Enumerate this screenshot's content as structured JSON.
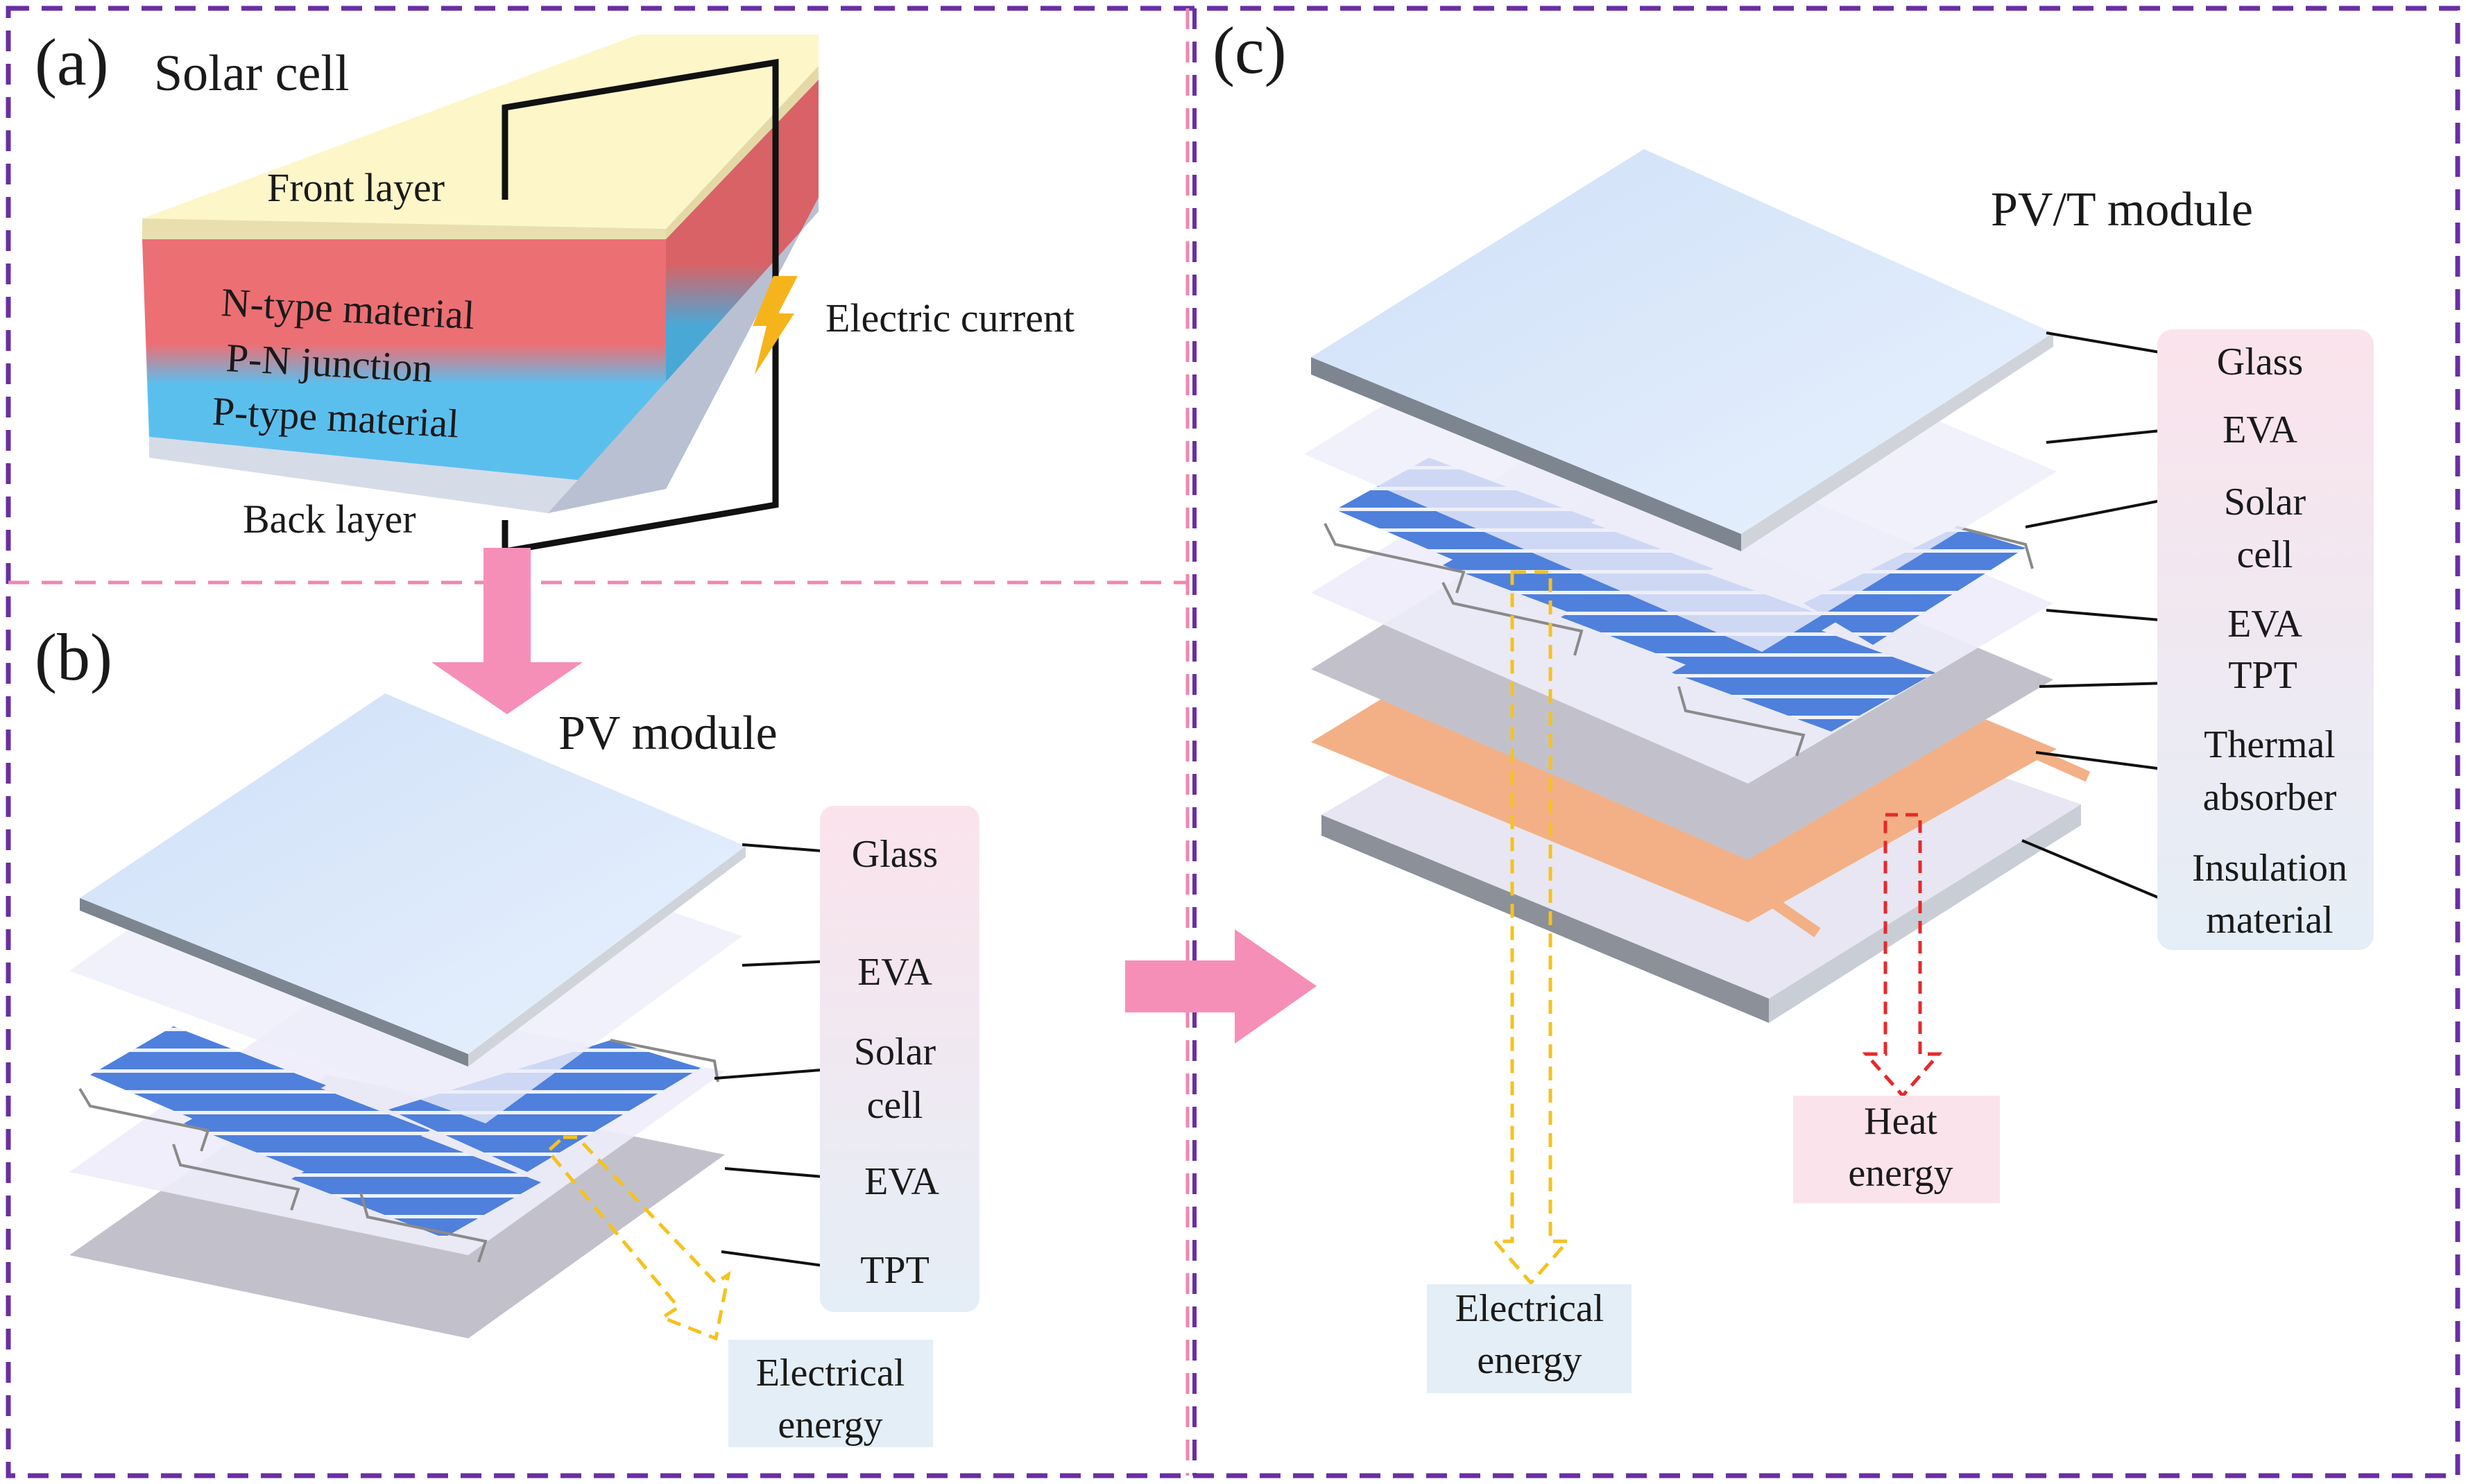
{
  "panel_a": {
    "letter": "(a)",
    "title": "Solar cell",
    "labels": {
      "front_layer": "Front layer",
      "n_type": "N-type material",
      "pn_junction": "P-N junction",
      "p_type": "P-type material",
      "back_layer": "Back layer",
      "electric_current": "Electric current"
    }
  },
  "panel_b": {
    "letter": "(b)",
    "title": "PV module",
    "layers": [
      "Glass",
      "EVA",
      "Solar",
      "cell",
      "EVA",
      "TPT"
    ],
    "output": [
      "Electrical",
      "energy"
    ]
  },
  "panel_c": {
    "letter": "(c)",
    "title": "PV/T module",
    "layers": [
      "Glass",
      "EVA",
      "Solar",
      "cell",
      "EVA",
      "TPT",
      "Thermal",
      "absorber",
      "Insulation",
      "material"
    ],
    "output_electric": [
      "Electrical",
      "energy"
    ],
    "output_heat": [
      "Heat",
      "energy"
    ]
  },
  "colors": {
    "outer_border": "#6a2fa3",
    "inner_border": "#ee88b0",
    "arrow_pink": "#f68fb8",
    "front_layer": "#fdf6c8",
    "n_type": "#ec6f74",
    "p_type": "#5bbfee",
    "back_layer": "#d6dbe8",
    "glass": "#d9e8fb",
    "eva": "#eeedfa",
    "cell_blue": "#4f80dc",
    "tpt": "#c2c1cb",
    "absorber": "#f3b086",
    "insulation": "#e7e6f2",
    "electric_arrow": "#f5c21e",
    "heat_arrow": "#e8282a",
    "label_box_top": "#fbe3ec",
    "label_box_bottom": "#e6eef6",
    "output_box_blue": "#e4eef6",
    "output_box_pink": "#fbe3ec"
  }
}
